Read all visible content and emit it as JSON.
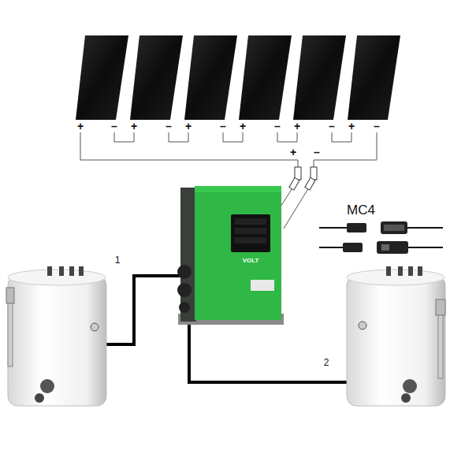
{
  "diagram": {
    "labels": [
      "+",
      "–",
      "+",
      "–",
      "+",
      "–",
      "+",
      "–",
      "+",
      "–",
      "+",
      "–",
      "+",
      "–",
      "MC4",
      "1",
      "2",
      "VOLT"
    ]
  }
}
